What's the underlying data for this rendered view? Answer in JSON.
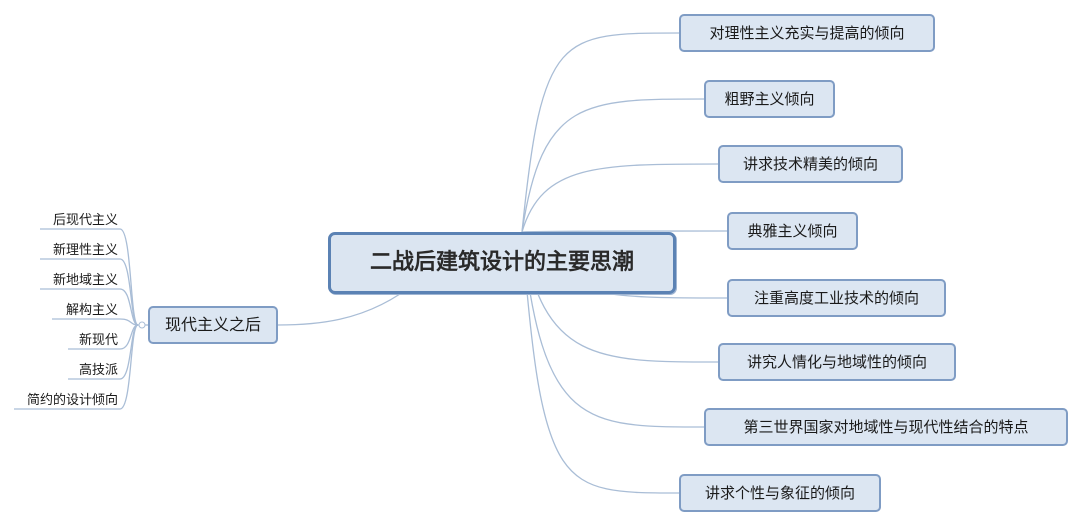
{
  "root": {
    "label": "二战后建筑设计的主要思潮"
  },
  "right_branches": [
    "对理性主义充实与提高的倾向",
    "粗野主义倾向",
    "讲求技术精美的倾向",
    "典雅主义倾向",
    "注重高度工业技术的倾向",
    "讲究人情化与地域性的倾向",
    "第三世界国家对地域性与现代性结合的特点",
    "讲求个性与象征的倾向"
  ],
  "left_branch": {
    "label": "现代主义之后",
    "children": [
      "后现代主义",
      "新理性主义",
      "新地域主义",
      "解构主义",
      "新现代",
      "高技派",
      "简约的设计倾向"
    ]
  },
  "colors": {
    "node_fill": "#dce6f2",
    "node_border": "#7f9cc4",
    "root_border": "#5b82b4",
    "line": "#a9bdd6"
  }
}
